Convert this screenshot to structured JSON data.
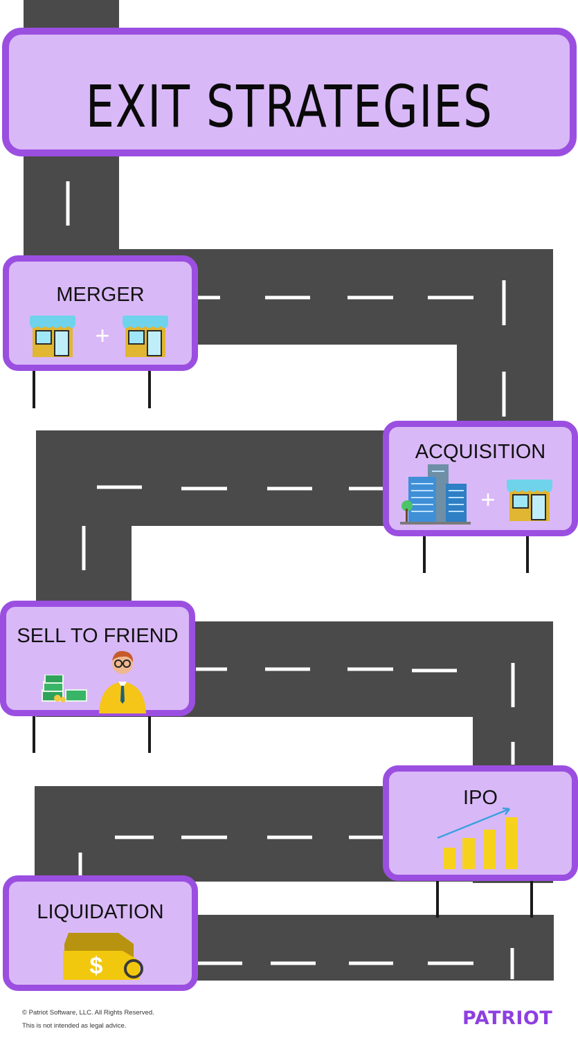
{
  "title": "EXIT STRATEGIES",
  "signs": {
    "merger": "MERGER",
    "acquisition": "ACQUISITION",
    "sell_to_friend": "SELL TO FRIEND",
    "ipo": "IPO",
    "liquidation": "LIQUIDATION"
  },
  "icon_symbols": {
    "plus": "+",
    "dollar": "$"
  },
  "icons": [
    "storefront-icon",
    "office-buildings-icon",
    "cash-stack-icon",
    "businessman-icon",
    "growth-chart-icon",
    "price-tag-icon"
  ],
  "footer": {
    "copyright": "© Patriot Software, LLC. All Rights Reserved.",
    "disclaimer": "This is not intended as legal advice.",
    "brand": "PATRIOT"
  },
  "colors": {
    "road": "#4a4a4a",
    "sign_fill": "#d9b8f7",
    "sign_border": "#9b4fe0",
    "brand": "#8d3fe0"
  }
}
